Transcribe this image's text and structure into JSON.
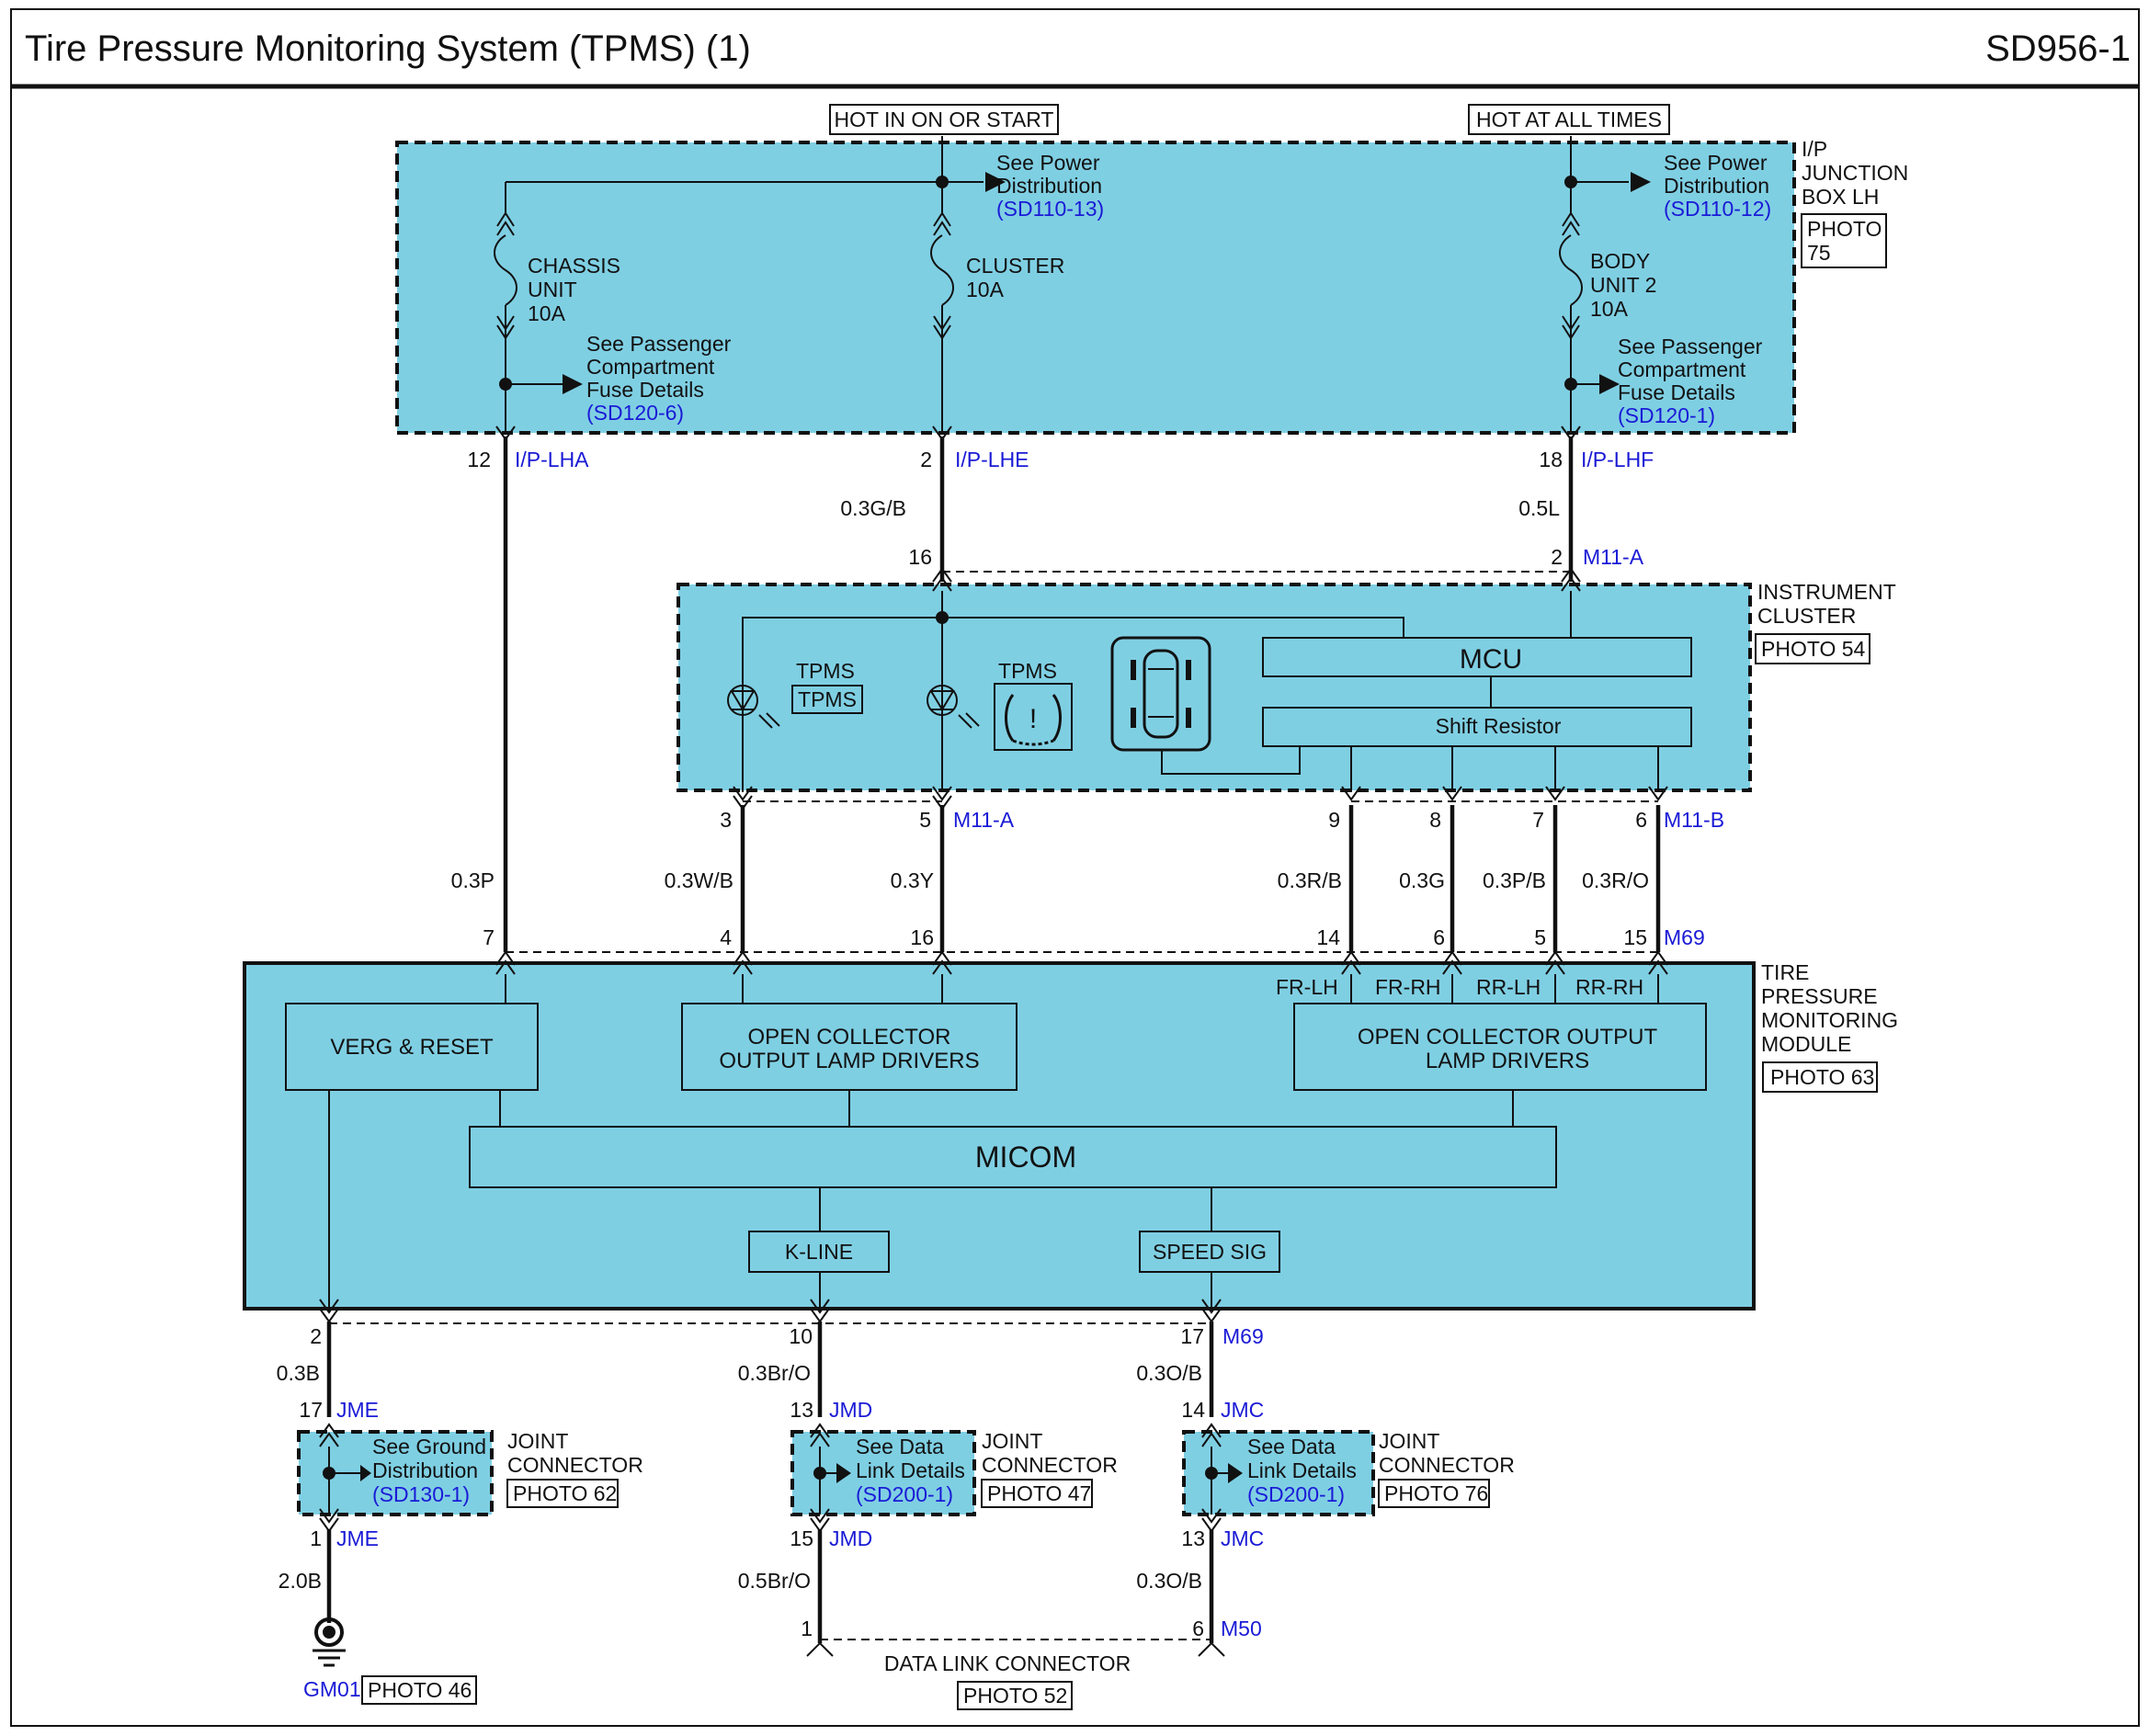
{
  "header": {
    "title": "Tire Pressure Monitoring System (TPMS) (1)",
    "page_code": "SD956-1"
  },
  "power": {
    "hot_run": "HOT IN ON OR START",
    "hot_always": "HOT AT ALL TIMES"
  },
  "junction_box": {
    "name": [
      "I/P",
      "JUNCTION",
      "BOX LH"
    ],
    "photo": [
      "PHOTO",
      "75"
    ],
    "fuses": [
      {
        "name": [
          "CHASSIS",
          "UNIT",
          "10A"
        ]
      },
      {
        "name": [
          "CLUSTER",
          "10A"
        ]
      },
      {
        "name": [
          "BODY",
          "UNIT 2",
          "10A"
        ]
      }
    ],
    "power_dist_left": {
      "text": [
        "See Power",
        "Distribution"
      ],
      "ref": "(SD110-13)"
    },
    "power_dist_right": {
      "text": [
        "See Power",
        "Distribution"
      ],
      "ref": "(SD110-12)"
    },
    "fuse_details_left": {
      "text": [
        "See Passenger",
        "Compartment",
        "Fuse Details"
      ],
      "ref": "(SD120-6)"
    },
    "fuse_details_right": {
      "text": [
        "See Passenger",
        "Compartment",
        "Fuse Details"
      ],
      "ref": "(SD120-1)"
    },
    "outputs": [
      {
        "pin": "12",
        "conn": "I/P-LHA"
      },
      {
        "pin": "2",
        "conn": "I/P-LHE"
      },
      {
        "pin": "18",
        "conn": "I/P-LHF"
      }
    ]
  },
  "wires_upper": {
    "left": "0.3P",
    "mid": "0.3G/B",
    "right": "0.5L"
  },
  "instrument_cluster": {
    "name": [
      "INSTRUMENT",
      "CLUSTER"
    ],
    "photo": "PHOTO 54",
    "in_pins": {
      "left": "16",
      "right": "2",
      "conn": "M11-A"
    },
    "lamp1_label": "TPMS",
    "lamp1_box": "TPMS",
    "lamp2_label": "TPMS",
    "mcu": "MCU",
    "shift": "Shift Resistor",
    "out_pins_a": {
      "p1": "3",
      "p2": "5",
      "conn": "M11-A"
    },
    "out_pins_b": {
      "p1": "9",
      "p2": "8",
      "p3": "7",
      "p4": "6",
      "conn": "M11-B"
    }
  },
  "wires_mid": {
    "w1": "0.3W/B",
    "w2": "0.3Y",
    "w3": "0.3R/B",
    "w4": "0.3G",
    "w5": "0.3P/B",
    "w6": "0.3R/O"
  },
  "tpms_module": {
    "name": [
      "TIRE",
      "PRESSURE",
      "MONITORING",
      "MODULE"
    ],
    "photo": "PHOTO 63",
    "top_pins": {
      "p1": "7",
      "p2": "4",
      "p3": "16",
      "p4": "14",
      "p5": "6",
      "p6": "5",
      "p7": "15",
      "conn": "M69"
    },
    "wheels": [
      "FR-LH",
      "FR-RH",
      "RR-LH",
      "RR-RH"
    ],
    "verg": "VERG & RESET",
    "ocd_left": [
      "OPEN COLLECTOR",
      "OUTPUT LAMP  DRIVERS"
    ],
    "ocd_right": [
      "OPEN COLLECTOR OUTPUT",
      "LAMP  DRIVERS"
    ],
    "micom": "MICOM",
    "kline": "K-LINE",
    "speed": "SPEED SIG",
    "bot_pins": {
      "p1": "2",
      "p2": "10",
      "p3": "17",
      "conn": "M69"
    }
  },
  "wires_low": {
    "w1": "0.3B",
    "w2": "0.3Br/O",
    "w3": "0.3O/B"
  },
  "joints": [
    {
      "pin_in": "17",
      "pin_out": "1",
      "conn": "JME",
      "text": [
        "See Ground",
        "Distribution"
      ],
      "ref": "(SD130-1)",
      "name": [
        "JOINT",
        "CONNECTOR"
      ],
      "photo": "PHOTO 62"
    },
    {
      "pin_in": "13",
      "pin_out": "15",
      "conn": "JMD",
      "text": [
        "See Data",
        "Link Details"
      ],
      "ref": "(SD200-1)",
      "name": [
        "JOINT",
        "CONNECTOR"
      ],
      "photo": "PHOTO 47"
    },
    {
      "pin_in": "14",
      "pin_out": "13",
      "conn": "JMC",
      "text": [
        "See Data",
        "Link Details"
      ],
      "ref": "(SD200-1)",
      "name": [
        "JOINT",
        "CONNECTOR"
      ],
      "photo": "PHOTO 76"
    }
  ],
  "wires_bottom": {
    "w1": "2.0B",
    "w2": "0.5Br/O",
    "w3": "0.3O/B"
  },
  "ground": {
    "name": "GM01",
    "photo": "PHOTO 46"
  },
  "dlc": {
    "pin1": "1",
    "pin2": "6",
    "conn": "M50",
    "name": "DATA LINK CONNECTOR",
    "photo": "PHOTO 52"
  },
  "colors": {
    "zone_fill": "#7fcfe3",
    "wire": "#111111",
    "connector_text": "#1a1ad6"
  }
}
